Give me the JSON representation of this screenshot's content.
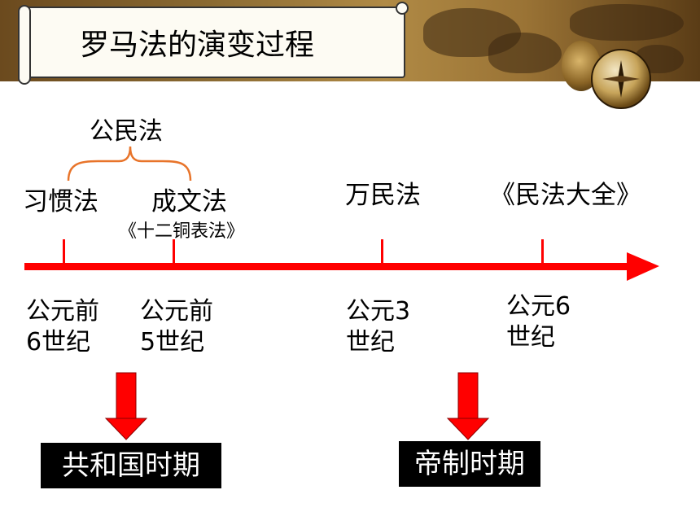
{
  "title": "罗马法的演变过程",
  "brace_label": "公民法",
  "laws": [
    {
      "name": "习惯法"
    },
    {
      "name": "成文法",
      "sub": "《十二铜表法》"
    },
    {
      "name": "万民法"
    },
    {
      "name": "《民法大全》"
    }
  ],
  "dates": [
    {
      "line1": "公元前",
      "line2": "6世纪"
    },
    {
      "line1": "公元前",
      "line2": "5世纪"
    },
    {
      "line1": "公元3",
      "line2": "世纪"
    },
    {
      "line1": "公元6",
      "line2": "世纪"
    }
  ],
  "periods": [
    {
      "label": "共和国时期"
    },
    {
      "label": "帝制时期"
    }
  ],
  "colors": {
    "timeline": "#ff0000",
    "brace": "#e8742a",
    "period_bg": "#000000",
    "period_text": "#ffffff"
  }
}
